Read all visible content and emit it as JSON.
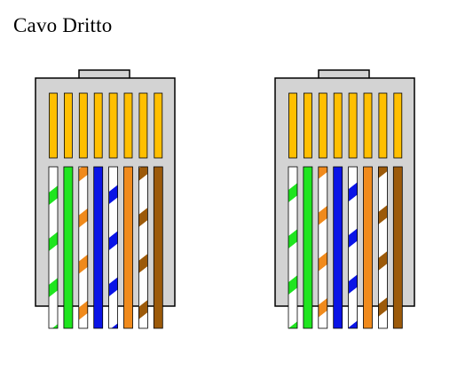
{
  "title": "Cavo Dritto",
  "colors": {
    "orange": "#f08a1c",
    "green": "#1fe51f",
    "blue": "#0a14e6",
    "brown": "#9c5a0a",
    "white": "#ffffff",
    "pin": "#ffbf00",
    "body": "#d3d3d3",
    "outline": "#000000"
  },
  "connectors": [
    {
      "name": "left",
      "wires": [
        {
          "color": "green",
          "striped": true
        },
        {
          "color": "green",
          "striped": false
        },
        {
          "color": "orange",
          "striped": true
        },
        {
          "color": "blue",
          "striped": false
        },
        {
          "color": "blue",
          "striped": true
        },
        {
          "color": "orange",
          "striped": false
        },
        {
          "color": "brown",
          "striped": true
        },
        {
          "color": "brown",
          "striped": false
        }
      ]
    },
    {
      "name": "right",
      "wires": [
        {
          "color": "green",
          "striped": true
        },
        {
          "color": "green",
          "striped": false
        },
        {
          "color": "orange",
          "striped": true
        },
        {
          "color": "blue",
          "striped": false
        },
        {
          "color": "blue",
          "striped": true
        },
        {
          "color": "orange",
          "striped": false
        },
        {
          "color": "brown",
          "striped": true
        },
        {
          "color": "brown",
          "striped": false
        }
      ]
    }
  ]
}
